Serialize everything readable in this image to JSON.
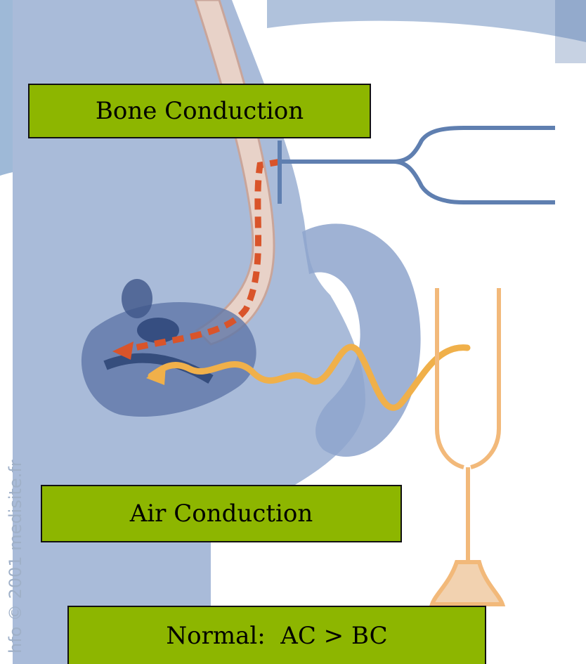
{
  "labels": {
    "bone": "Bone Conduction",
    "air": "Air Conduction",
    "normal": "Normal:  AC > BC"
  },
  "watermark": "hfo © 2001 medisite.fr",
  "colors": {
    "label_fill": "#8db600",
    "head": "#a9bbd9",
    "skull": "#c8d4e8",
    "bone_path": "#d9542a",
    "air_wave": "#f0b04a",
    "fork_bone": "#5f7fb0",
    "fork_air": "#f2b97a"
  }
}
